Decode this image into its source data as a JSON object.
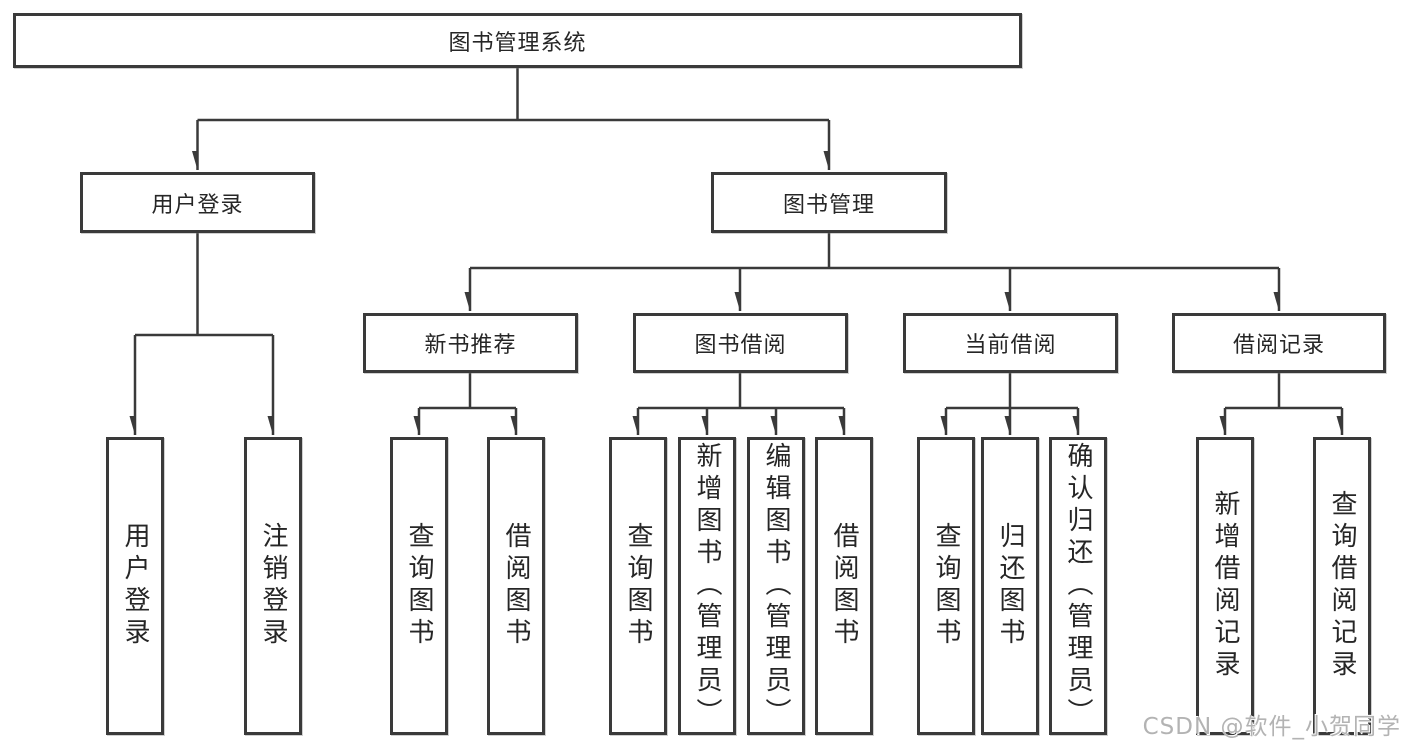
{
  "tree": {
    "root": {
      "label": "图书管理系统"
    },
    "branches": [
      {
        "label": "用户登录",
        "children": [
          {
            "label": "用户登录"
          },
          {
            "label": "注销登录"
          }
        ]
      },
      {
        "label": "图书管理",
        "children": [
          {
            "label": "新书推荐",
            "children": [
              {
                "label": "查询图书"
              },
              {
                "label": "借阅图书"
              }
            ]
          },
          {
            "label": "图书借阅",
            "children": [
              {
                "label": "查询图书"
              },
              {
                "label": "新增图书（管理员）"
              },
              {
                "label": "编辑图书（管理员）"
              },
              {
                "label": "借阅图书"
              }
            ]
          },
          {
            "label": "当前借阅",
            "children": [
              {
                "label": "查询图书"
              },
              {
                "label": "归还图书"
              },
              {
                "label": "确认归还（管理员）"
              }
            ]
          },
          {
            "label": "借阅记录",
            "children": [
              {
                "label": "新增借阅记录"
              },
              {
                "label": "查询借阅记录"
              }
            ]
          }
        ]
      }
    ]
  },
  "watermark": {
    "text": "CSDN @软件_小贺同学"
  },
  "colors": {
    "line": "#3a3a3a",
    "box_border": "#3a3a3a",
    "text": "#262626",
    "background": "#ffffff",
    "watermark": "#b3b3b3"
  }
}
